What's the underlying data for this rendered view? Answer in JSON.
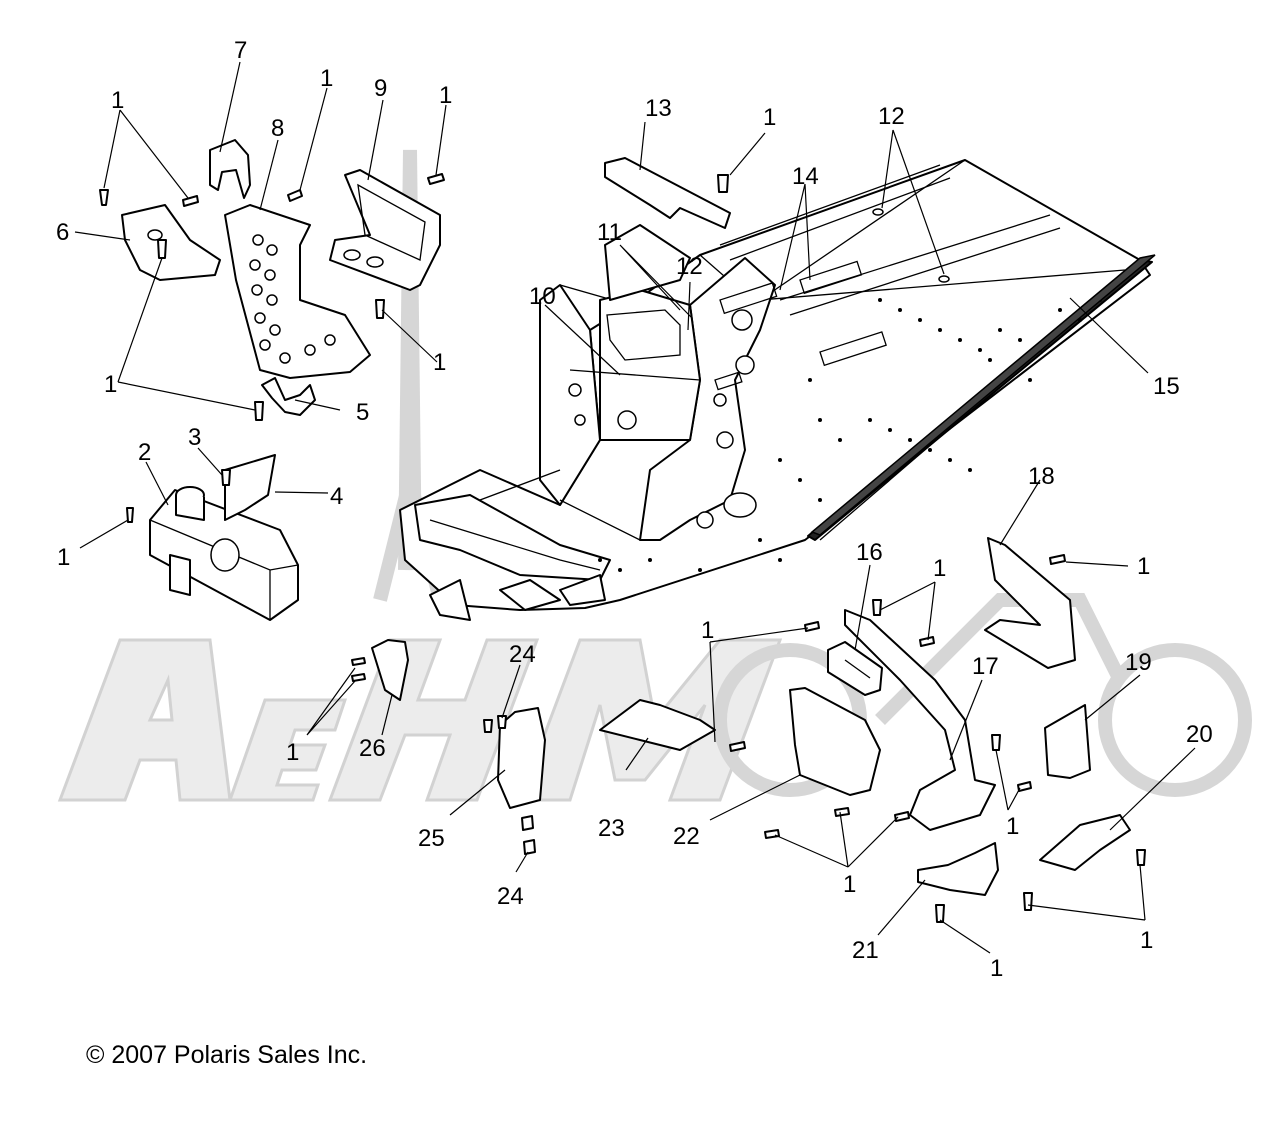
{
  "diagram": {
    "copyright": "© 2007 Polaris Sales Inc.",
    "watermark_text": "AehMoto",
    "callouts": {
      "c1": "1",
      "c2": "2",
      "c3": "3",
      "c4": "4",
      "c5": "5",
      "c6": "6",
      "c7": "7",
      "c8": "8",
      "c9": "9",
      "c10": "10",
      "c11": "11",
      "c12": "12",
      "c13": "13",
      "c14": "14",
      "c15": "15",
      "c16": "16",
      "c17": "17",
      "c18": "18",
      "c19": "19",
      "c20": "20",
      "c21": "21",
      "c22": "22",
      "c23": "23",
      "c24": "24",
      "c25": "25",
      "c26": "26"
    }
  }
}
